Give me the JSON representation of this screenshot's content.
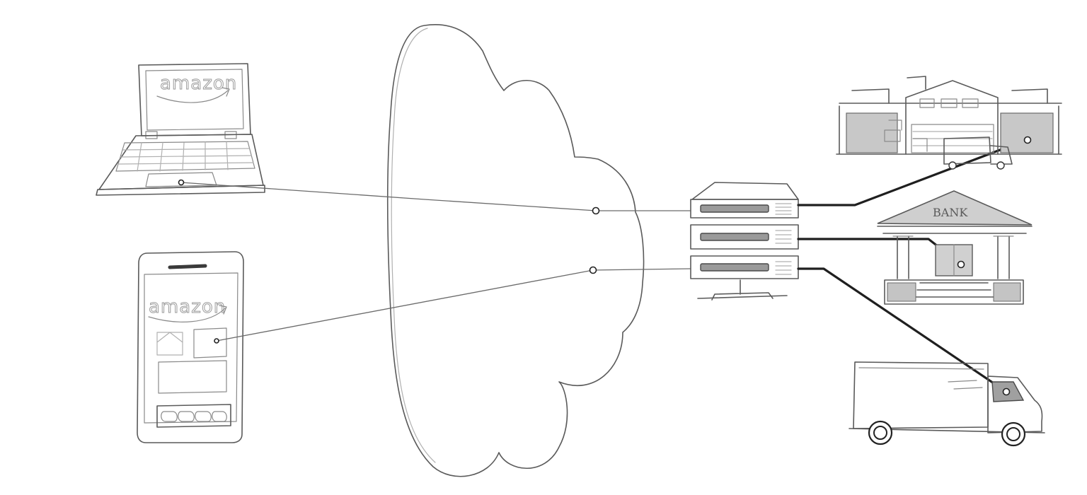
{
  "devices": {
    "laptop": {
      "brand": "amazon",
      "icon": "laptop-icon"
    },
    "phone": {
      "brand": "amazon",
      "icon": "smartphone-icon"
    }
  },
  "network": {
    "icon": "cloud-icon"
  },
  "server": {
    "icon": "server-rack-icon",
    "units": 3
  },
  "endpoints": {
    "warehouse": {
      "icon": "warehouse-icon"
    },
    "bank": {
      "label": "BANK",
      "icon": "bank-icon"
    },
    "truck": {
      "icon": "delivery-truck-icon"
    }
  },
  "colors": {
    "pencil": "#5a5a5a",
    "wire": "#1f1f1f"
  }
}
